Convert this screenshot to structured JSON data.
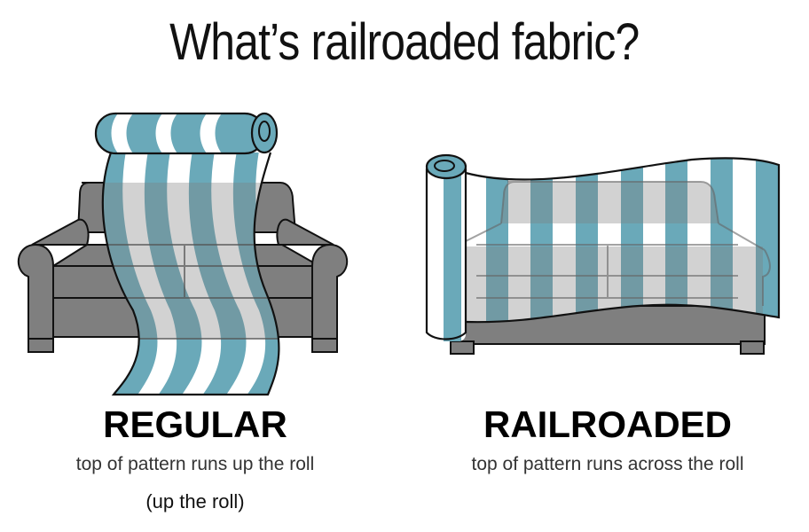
{
  "title": "What’s railroaded fabric?",
  "colors": {
    "stripe_teal": "#6aa9b9",
    "stripe_dark": "#3f7a8a",
    "sofa_gray": "#7f7f7f",
    "sofa_light": "#cbcbcb",
    "outline": "#111111",
    "background": "#ffffff"
  },
  "panels": [
    {
      "id": "regular",
      "heading": "REGULAR",
      "description": "top of pattern runs up the roll",
      "note": "(up the roll)",
      "illustration": "sofa-with-vertical-roll-icon"
    },
    {
      "id": "railroaded",
      "heading": "RAILROADED",
      "description": "top of pattern runs across the roll",
      "illustration": "sofa-with-horizontal-roll-icon"
    }
  ]
}
